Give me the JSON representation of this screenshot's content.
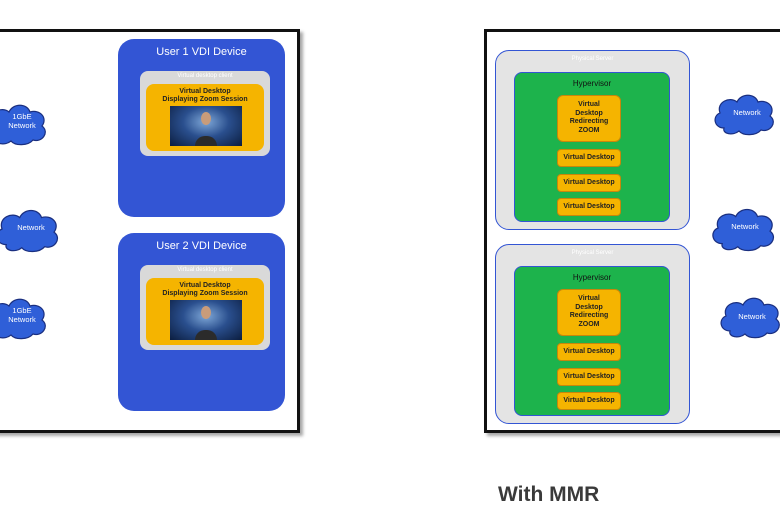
{
  "left_diagram": {
    "devices": [
      {
        "title": "User 1 VDI Device",
        "client_label": "Virtual desktop client",
        "desktop_label_1": "Virtual Desktop",
        "desktop_label_2": "Displaying Zoom Session"
      },
      {
        "title": "User 2 VDI Device",
        "client_label": "Virtual desktop client",
        "desktop_label_1": "Virtual Desktop",
        "desktop_label_2": "Displaying Zoom Session"
      }
    ],
    "clouds": [
      {
        "line1": "1GbE",
        "line2": "Network"
      },
      {
        "line1": "Network",
        "line2": ""
      },
      {
        "line1": "1GbE",
        "line2": "Network"
      }
    ]
  },
  "right_diagram": {
    "servers": [
      {
        "label": "Physical Server",
        "hypervisor": "Hypervisor",
        "redirect": [
          "Virtual",
          "Desktop",
          "Redirecting",
          "ZOOM"
        ],
        "desktops": [
          "Virtual Desktop",
          "Virtual Desktop",
          "Virtual Desktop"
        ]
      },
      {
        "label": "Physical Server",
        "hypervisor": "Hypervisor",
        "redirect": [
          "Virtual",
          "Desktop",
          "Redirecting",
          "ZOOM"
        ],
        "desktops": [
          "Virtual Desktop",
          "Virtual Desktop",
          "Virtual Desktop"
        ]
      }
    ],
    "clouds": [
      {
        "line1": "Network"
      },
      {
        "line1": "Network"
      },
      {
        "line1": "Network"
      }
    ]
  },
  "caption": "With MMR",
  "colors": {
    "device_blue": "#3355d4",
    "desktop_yellow": "#f5b400",
    "hypervisor_green": "#1db34c",
    "cloud_blue": "#2f5fd8"
  }
}
